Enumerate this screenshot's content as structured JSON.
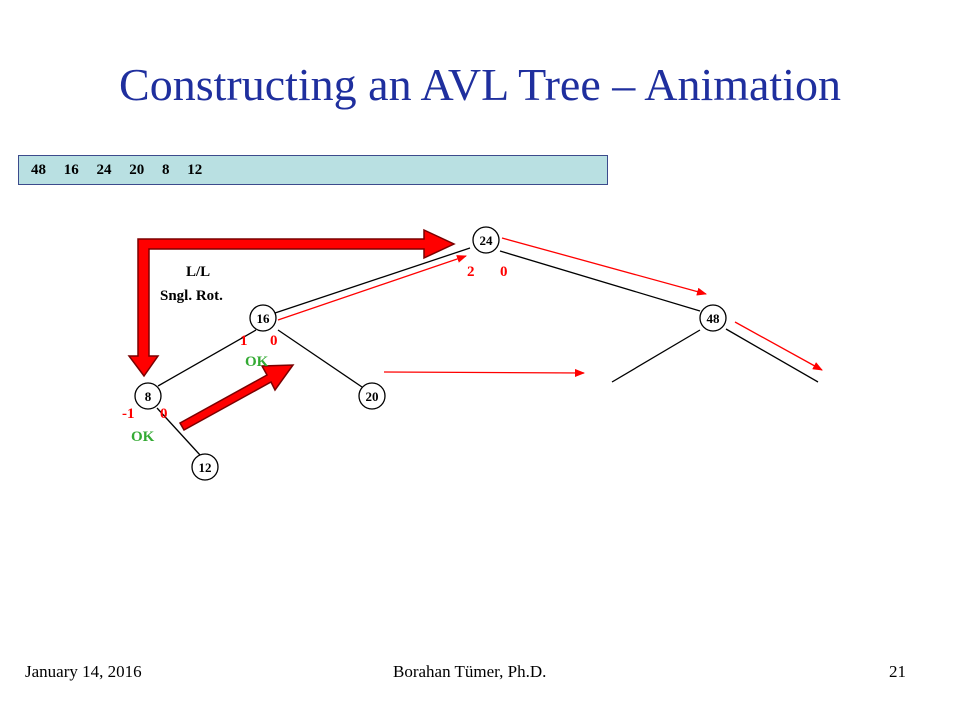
{
  "title": "Constructing an AVL Tree – Animation",
  "sequence": [
    "48",
    "16",
    "24",
    "20",
    "8",
    "12"
  ],
  "nodes": {
    "n24": "24",
    "n16": "16",
    "n48": "48",
    "n8": "8",
    "n20": "20",
    "n12": "12"
  },
  "balances": {
    "n24_left": "2",
    "n24_right": "0",
    "n16_left": "1",
    "n16_right": "0",
    "n8_left": "-1",
    "n8_right": "0"
  },
  "status": {
    "n16": "OK",
    "n8": "OK"
  },
  "rotation": {
    "line1": "L/L",
    "line2": "Sngl. Rot."
  },
  "colors": {
    "title": "#1f2f9e",
    "balance": "#ff0000",
    "ok": "#33aa33",
    "sequence_bg": "#b9e0e2"
  },
  "footer": {
    "date": "January 14, 2016",
    "author": "Borahan Tümer, Ph.D.",
    "page": "21"
  }
}
